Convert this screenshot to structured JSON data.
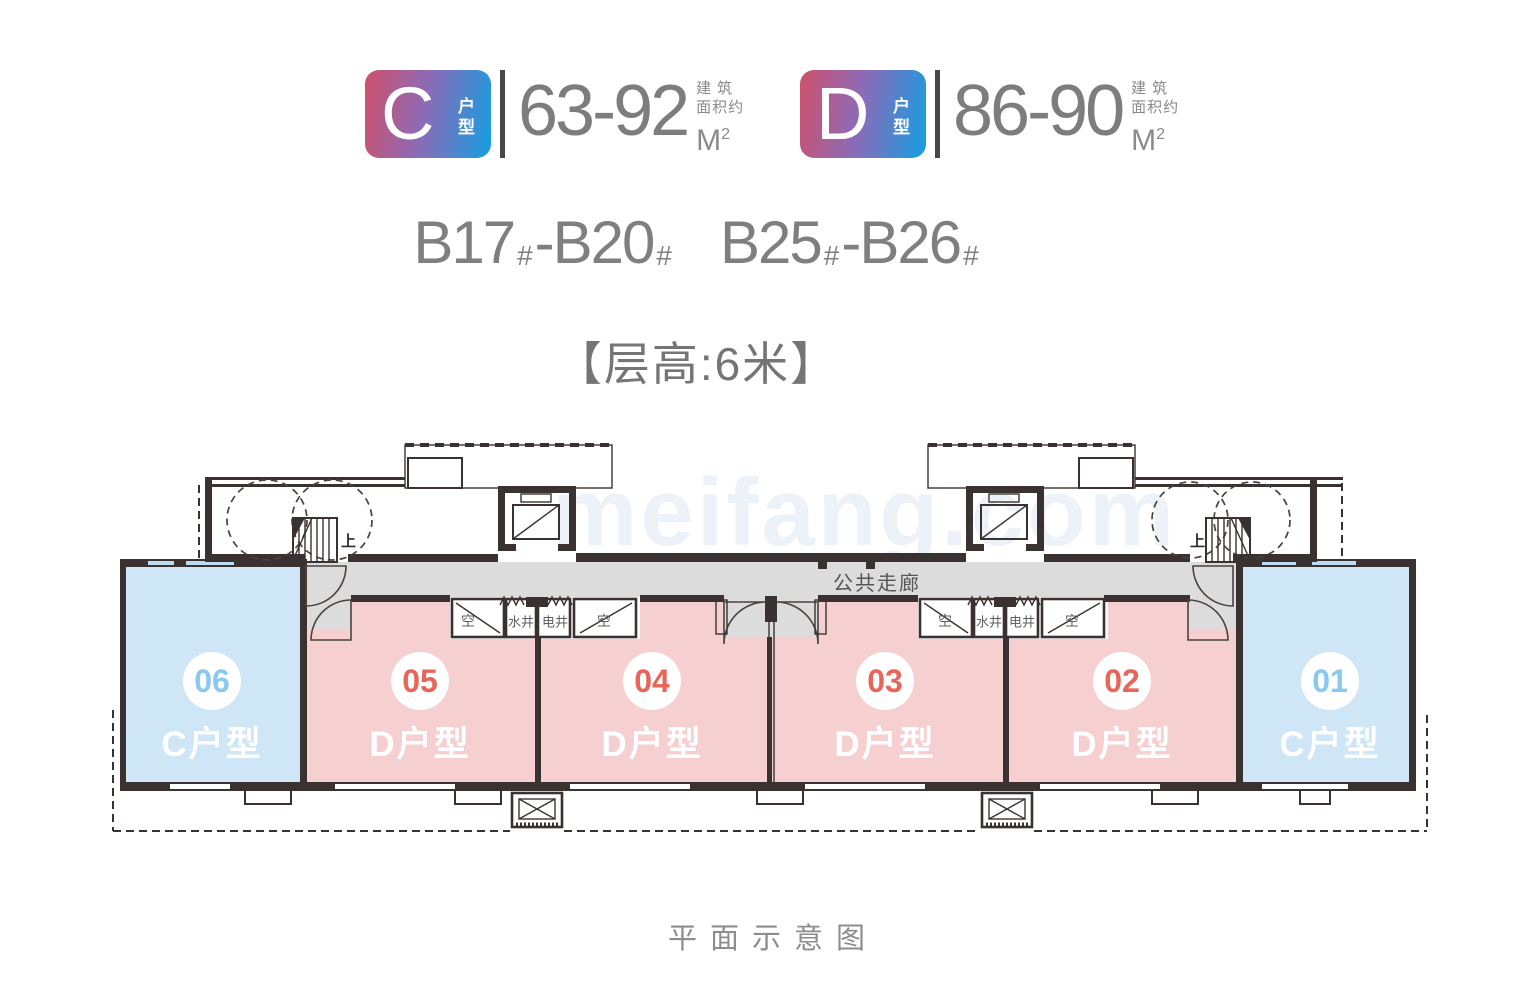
{
  "header": {
    "types": [
      {
        "letter": "C",
        "label_top": "户",
        "label_bottom": "型",
        "range": "63-92",
        "note1": "建筑",
        "note2": "面积约",
        "unit": "M",
        "sup": "2"
      },
      {
        "letter": "D",
        "label_top": "户",
        "label_bottom": "型",
        "range": "86-90",
        "note1": "建筑",
        "note2": "面积约",
        "unit": "M",
        "sup": "2"
      }
    ],
    "bline": {
      "p1": "B17",
      "p2": "B20",
      "p3": "B25",
      "p4": "B26",
      "hash": "#",
      "dash": "-"
    },
    "floor_height": "【层高:6米】"
  },
  "plan": {
    "corridor_label": "公共走廊",
    "up_label": "上",
    "utility": {
      "air": "空",
      "water": "水井",
      "power": "电井"
    },
    "units": [
      {
        "no": "06",
        "type": "C户型",
        "style": "c"
      },
      {
        "no": "05",
        "type": "D户型",
        "style": "d"
      },
      {
        "no": "04",
        "type": "D户型",
        "style": "d"
      },
      {
        "no": "03",
        "type": "D户型",
        "style": "d"
      },
      {
        "no": "02",
        "type": "D户型",
        "style": "d"
      },
      {
        "no": "01",
        "type": "C户型",
        "style": "c"
      }
    ],
    "watermark": "meifang.com"
  },
  "footer": {
    "caption": "平面示意图"
  },
  "colors": {
    "wall": "#3a3230",
    "corridor": "#dcdcdc",
    "unit_pink": "#f6d0d1",
    "unit_blue": "#cfe6f6",
    "window_blue": "#bcdcf2",
    "number_red": "#e9655a",
    "number_blue": "#89c8ef",
    "badge_gradient_start": "#d0506b",
    "badge_gradient_mid": "#8a6cb8",
    "badge_gradient_end": "#149fe2",
    "text_gray": "#7d7d80"
  }
}
